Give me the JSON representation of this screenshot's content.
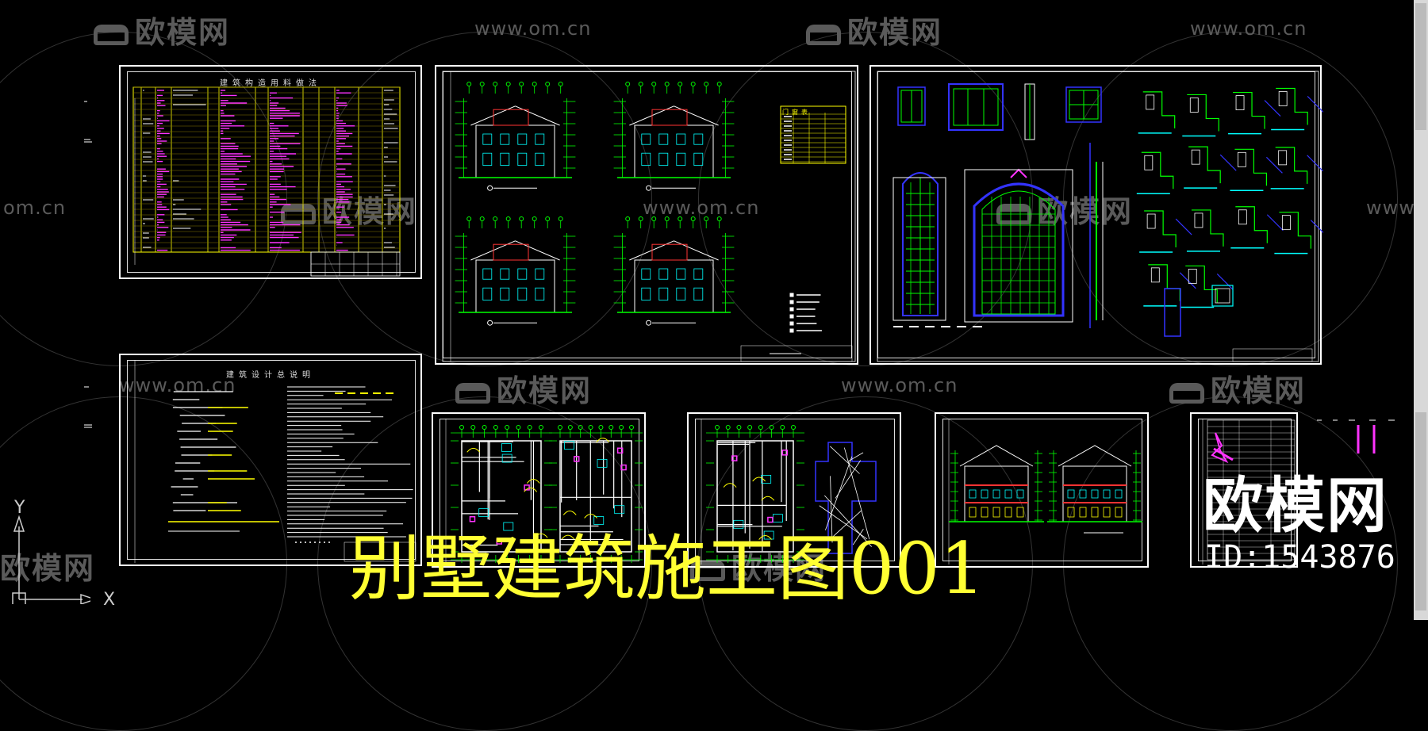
{
  "watermark": {
    "brand": "欧模网",
    "url": "www.om.cn",
    "url_partial_left": "om.cn",
    "url_partial_right": "www.o"
  },
  "sheets": {
    "materials_table_title": "建筑构造用料做法",
    "design_notes_title": "建筑设计总说明",
    "door_window_table_title": "门窗表"
  },
  "ucs": {
    "x_label": "X",
    "y_label": "Y"
  },
  "overlay": {
    "title": "别墅建筑施工图001",
    "brand": "欧模网",
    "id": "ID:1543876"
  },
  "colors": {
    "background": "#000000",
    "title": "#ffff33",
    "cad_green": "#00ff00",
    "cad_magenta": "#ff33ff",
    "cad_yellow": "#ffff00",
    "cad_cyan": "#00ffff",
    "cad_blue": "#3333ff",
    "cad_white": "#ffffff",
    "watermark": "#5a5a5a"
  },
  "icons": [
    "ucs-axis-icon",
    "sofa-logo-icon"
  ]
}
